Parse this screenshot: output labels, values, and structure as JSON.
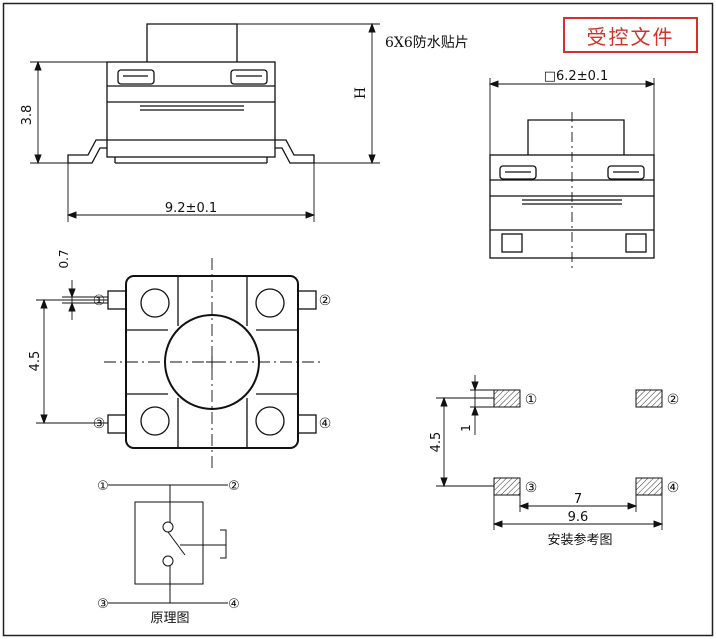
{
  "title": "6X6防水贴片",
  "stamp": "受控文件",
  "side_view": {
    "height_dim": "3.8",
    "height_label": "H",
    "width_dim": "9.2±0.1"
  },
  "right_view": {
    "width_dim": "□6.2±0.1"
  },
  "top_view": {
    "pad_dim": "0.7",
    "pitch_dim": "4.5",
    "pins": [
      "①",
      "②",
      "③",
      "④"
    ]
  },
  "schematic": {
    "pins": [
      "①",
      "②",
      "③",
      "④"
    ],
    "caption": "原理图"
  },
  "footprint": {
    "pins": [
      "①",
      "②",
      "③",
      "④"
    ],
    "pitch_dim": "4.5",
    "pad_dim": "1",
    "inner_dim": "7",
    "outer_dim": "9.6",
    "caption": "安装参考图"
  },
  "colors": {
    "line": "#111111",
    "stamp": "#d2322a"
  }
}
